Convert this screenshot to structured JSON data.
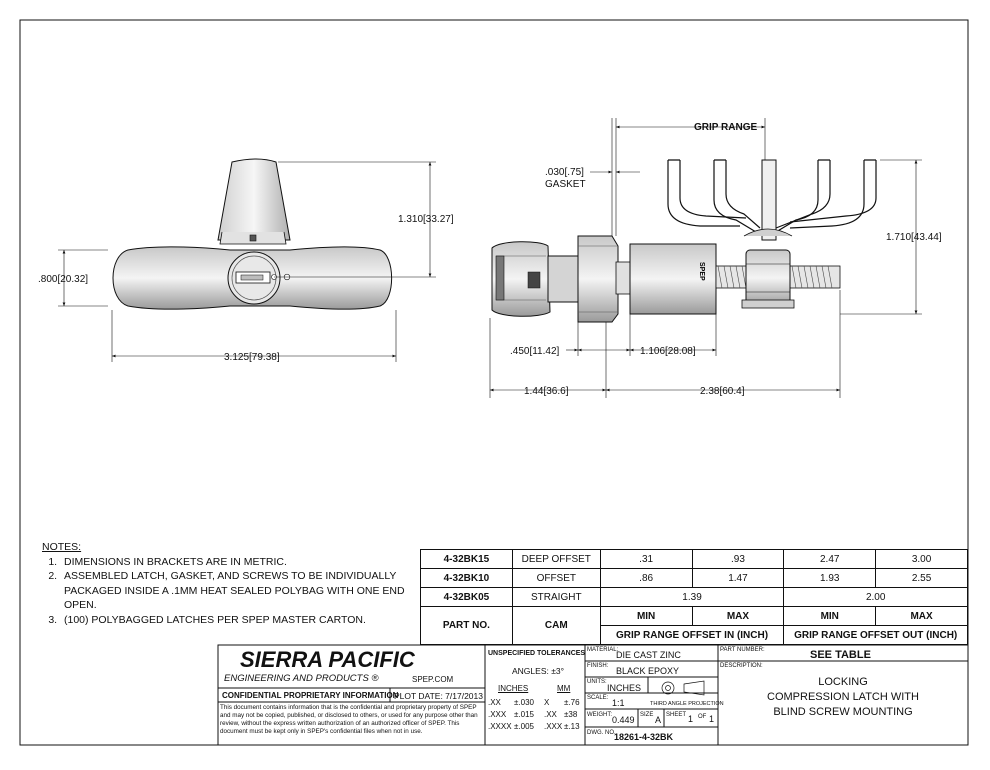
{
  "dimensions": {
    "overall_height_left": ".800[20.32]",
    "handle_height": "1.310[33.27]",
    "overall_width": "3.125[79.38]",
    "gasket_thickness": ".030[.75]",
    "gasket_label": "GASKET",
    "grip_range_label": "GRIP RANGE",
    "right_height": "1.710[43.44]",
    "head_to_gasket": ".450[11.42]",
    "body_length": "1.106[28.08]",
    "head_overall": "1.44[36.6]",
    "body_overall": "2.38[60.4]",
    "side_mark": "SPEP"
  },
  "notes": {
    "title": "NOTES:",
    "items": [
      "DIMENSIONS IN BRACKETS ARE IN METRIC.",
      "ASSEMBLED LATCH, GASKET, AND SCREWS TO BE INDIVIDUALLY PACKAGED INSIDE A .1MM HEAT SEALED POLYBAG WITH ONE END OPEN.",
      "(100) POLYBAGGED LATCHES PER SPEP MASTER CARTON."
    ]
  },
  "parts_table": {
    "rows": [
      {
        "part": "4-32BK15",
        "cam": "DEEP OFFSET",
        "in_min": ".31",
        "in_max": ".93",
        "out_min": "2.47",
        "out_max": "3.00"
      },
      {
        "part": "4-32BK10",
        "cam": "OFFSET",
        "in_min": ".86",
        "in_max": "1.47",
        "out_min": "1.93",
        "out_max": "2.55"
      }
    ],
    "straight_row": {
      "part": "4-32BK05",
      "cam": "STRAIGHT",
      "in": "1.39",
      "out": "2.00"
    },
    "header": {
      "part_no": "PART NO.",
      "cam": "CAM",
      "min": "MIN",
      "max": "MAX",
      "grip_in": "GRIP RANGE OFFSET IN (INCH)",
      "grip_out": "GRIP RANGE OFFSET OUT (INCH)"
    }
  },
  "title_block": {
    "company": "SIERRA PACIFIC",
    "company_sub": "ENGINEERING AND PRODUCTS",
    "registered": "®",
    "website": "SPEP.COM",
    "confidential_title": "CONFIDENTIAL PROPRIETARY INFORMATION",
    "plot_date": "PLOT DATE: 7/17/2013",
    "confidential_text": "This document contains information that is the confidential and proprietary property of SPEP and may not be copied, published, or disclosed to others, or used for any purpose other than review, without the express written authorization of an authorized officer of SPEP. This document must be kept only in SPEP's confidential files when not in use.",
    "tol_title": "UNSPECIFIED TOLERANCES",
    "angles": "ANGLES: ±3°",
    "inches_hdr": "INCHES",
    "mm_hdr": "MM",
    "tol_rows": [
      {
        "a": ".XX",
        "b": "±.030",
        "c": "X",
        "d": "±.76"
      },
      {
        "a": ".XXX",
        "b": "±.015",
        "c": ".XX",
        "d": "±38"
      },
      {
        "a": ".XXXX",
        "b": "±.005",
        "c": ".XXX",
        "d": "±.13"
      }
    ],
    "material_lbl": "MATERIAL:",
    "material": "DIE CAST ZINC",
    "finish_lbl": "FINISH:",
    "finish": "BLACK EPOXY",
    "units_lbl": "UNITS:",
    "units": "INCHES",
    "projection": "THIRD ANGLE PROJECTION",
    "scale_lbl": "SCALE:",
    "scale": "1:1",
    "weight_lbl": "WEIGHT:",
    "weight": "0.449",
    "size_lbl": "SIZE",
    "size": "A",
    "sheet_lbl": "SHEET",
    "sheet": "1",
    "of_lbl": "OF",
    "of": "1",
    "dwg_lbl": "DWG. NO.",
    "dwg": "18261-4-32BK",
    "partnum_lbl": "PART NUMBER:",
    "partnum": "SEE TABLE",
    "desc_lbl": "DESCRIPTION:",
    "desc1": "LOCKING",
    "desc2": "COMPRESSION LATCH WITH",
    "desc3": "BLIND SCREW MOUNTING"
  }
}
